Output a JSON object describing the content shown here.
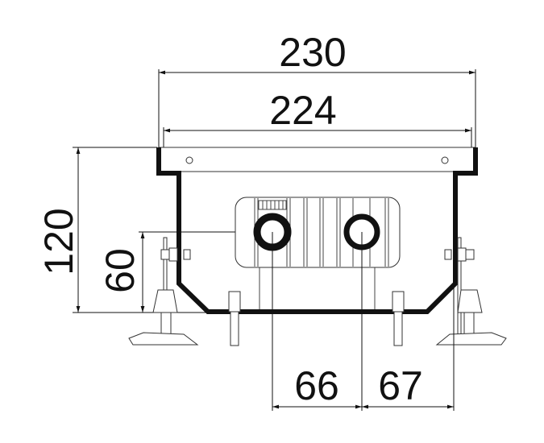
{
  "title": "Trench convector cross-section dimensions",
  "dimensions": {
    "overall_width": "230",
    "inner_width": "224",
    "height": "120",
    "pipe_height": "60",
    "pipe_spacing_left": "66",
    "pipe_spacing_right": "67"
  },
  "colors": {
    "line": "#111111",
    "fill_light": "#f2f2f2"
  }
}
